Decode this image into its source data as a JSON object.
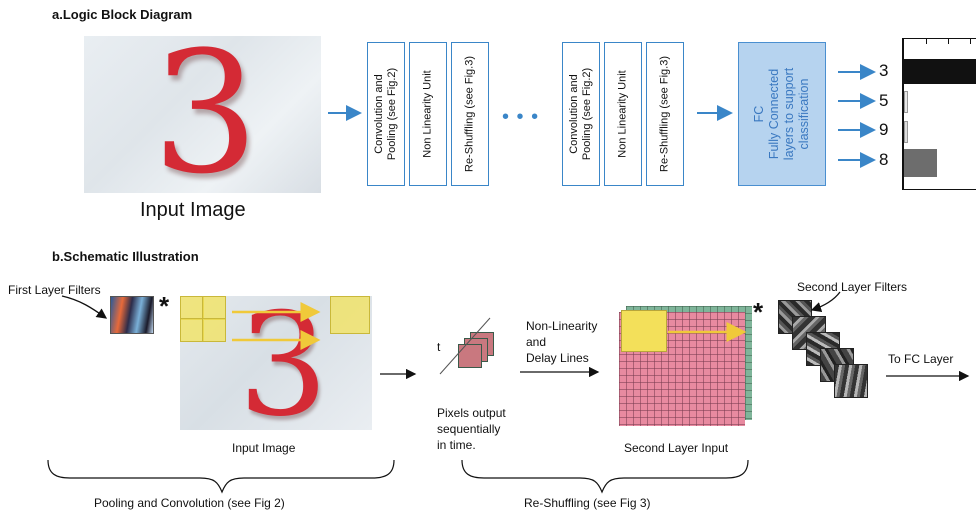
{
  "section_a": {
    "title": "a.Logic Block Diagram",
    "input_caption": "Input Image",
    "digit": "3",
    "boxes_first": [
      {
        "label_line1": "Convolution and",
        "label_line2": "Pooling (see Fig.2)"
      },
      {
        "label_line1": "Non Linearity Unit",
        "label_line2": ""
      },
      {
        "label_line1": "Re-Shuffling (see Fig.3)",
        "label_line2": ""
      }
    ],
    "ellipsis": "•   •   •",
    "boxes_second": [
      {
        "label_line1": "Convolution and",
        "label_line2": "Pooling (see Fig.2)"
      },
      {
        "label_line1": "Non Linearity Unit",
        "label_line2": ""
      },
      {
        "label_line1": "Re-Shuffling (see Fig.3)",
        "label_line2": ""
      }
    ],
    "fc_box": {
      "line1": "FC",
      "line2": "Fully Connected",
      "line3": "layers to support",
      "line4": "classification"
    },
    "outputs": [
      {
        "label": "3",
        "score": 1.0
      },
      {
        "label": "5",
        "score": 0.05
      },
      {
        "label": "9",
        "score": 0.03
      },
      {
        "label": "8",
        "score": 0.45
      }
    ]
  },
  "section_b": {
    "title": "b.Schematic Illustration",
    "first_layer_filters": "First Layer Filters",
    "asterisk": "*",
    "input_image": "Input Image",
    "t_label": "t",
    "nonlinearity_line1": "Non-Linearity",
    "nonlinearity_line2": "and",
    "nonlinearity_line3": "Delay Lines",
    "pixels_line1": "Pixels output",
    "pixels_line2": "sequentially",
    "pixels_line3": "in time.",
    "second_layer_input": "Second Layer Input",
    "second_layer_filters": "Second Layer Filters",
    "to_fc": "To FC Layer",
    "brace_left": "Pooling and Convolution (see Fig 2)",
    "brace_right": "Re-Shuffling (see Fig 3)"
  },
  "colors": {
    "arrow_blue": "#3a86c8",
    "box_border": "#3a86c8",
    "fc_fill": "#b6d3ef",
    "digit_red": "#d42a35",
    "highlight_yellow": "#f3e35a",
    "grid_pink": "#e88aa0",
    "grid_green": "#7fb59a"
  }
}
